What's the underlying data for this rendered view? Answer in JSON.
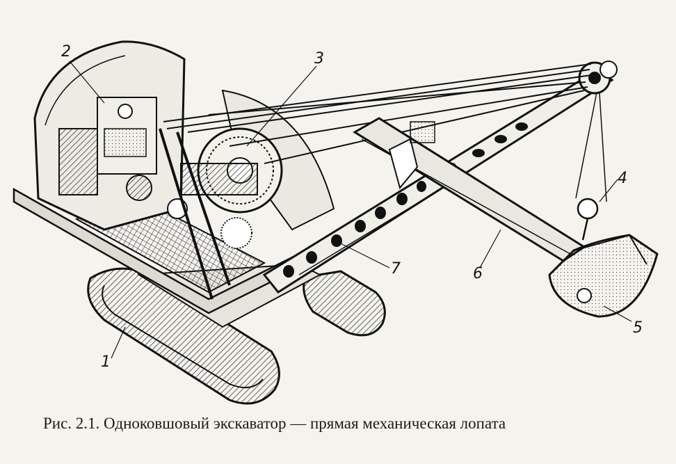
{
  "figure": {
    "callouts": [
      {
        "number": "1",
        "target": "crawler-track"
      },
      {
        "number": "2",
        "target": "power-unit"
      },
      {
        "number": "3",
        "target": "winch-drums"
      },
      {
        "number": "4",
        "target": "bucket-hoist-rope"
      },
      {
        "number": "5",
        "target": "bucket"
      },
      {
        "number": "6",
        "target": "dipper-stick"
      },
      {
        "number": "7",
        "target": "boom"
      }
    ],
    "caption": "Рис. 2.1. Одноковшовый экскаватор — прямая механическая лопата"
  },
  "colors": {
    "paper": "#f4f3ee",
    "ink": "#151515"
  }
}
